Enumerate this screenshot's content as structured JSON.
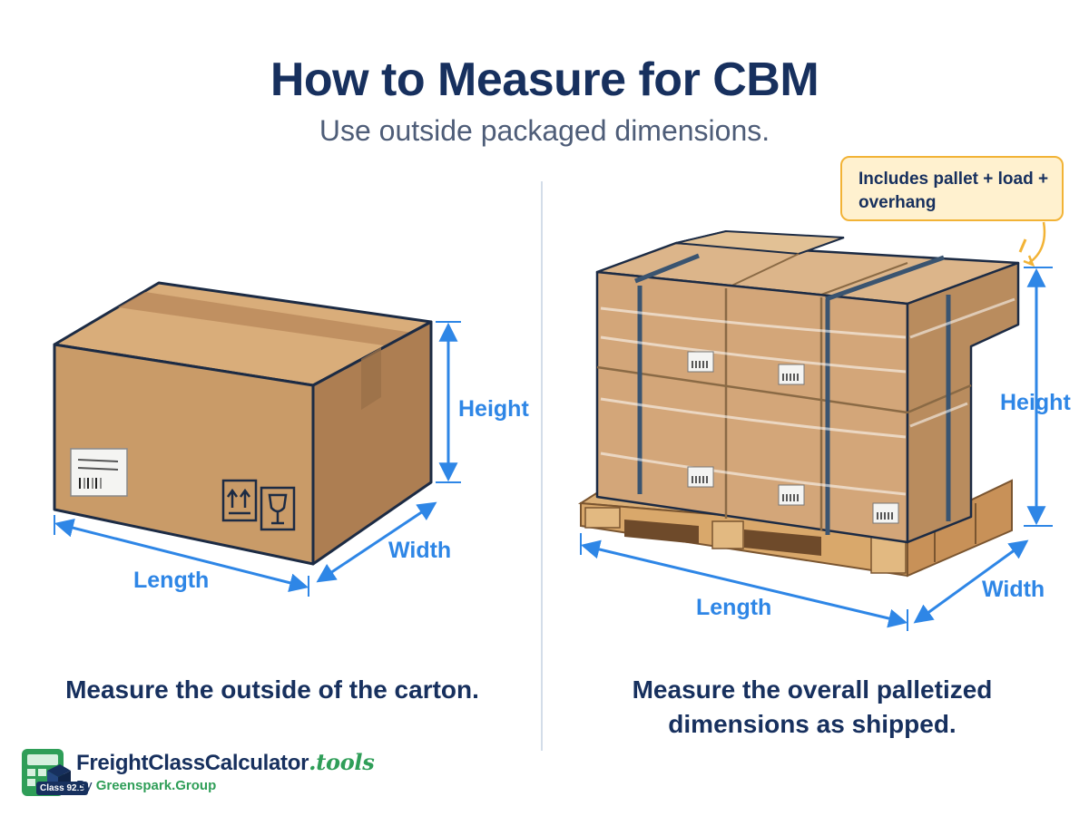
{
  "header": {
    "title": "How to Measure for CBM",
    "subtitle": "Use outside packaged dimensions."
  },
  "carton_panel": {
    "height_label": "Height",
    "width_label": "Width",
    "length_label": "Length",
    "caption": "Measure the outside of the carton."
  },
  "pallet_panel": {
    "callout": "Includes pallet + load + overhang",
    "height_label": "Height",
    "width_label": "Width",
    "length_label": "Length",
    "caption_line1": "Measure the overall palletized",
    "caption_line2": "dimensions as shipped."
  },
  "footer": {
    "brand_main": "FreightClassCalculator",
    "brand_suffix": ".tools",
    "byline_prefix": "By",
    "byline_org": "Greenspark.Group",
    "badge": "Class 92.5"
  },
  "colors": {
    "navy": "#17305e",
    "accent_blue": "#2e86e6",
    "cardboard": "#c99b68",
    "callout_border": "#f2b336",
    "brand_green": "#2f9e58"
  }
}
